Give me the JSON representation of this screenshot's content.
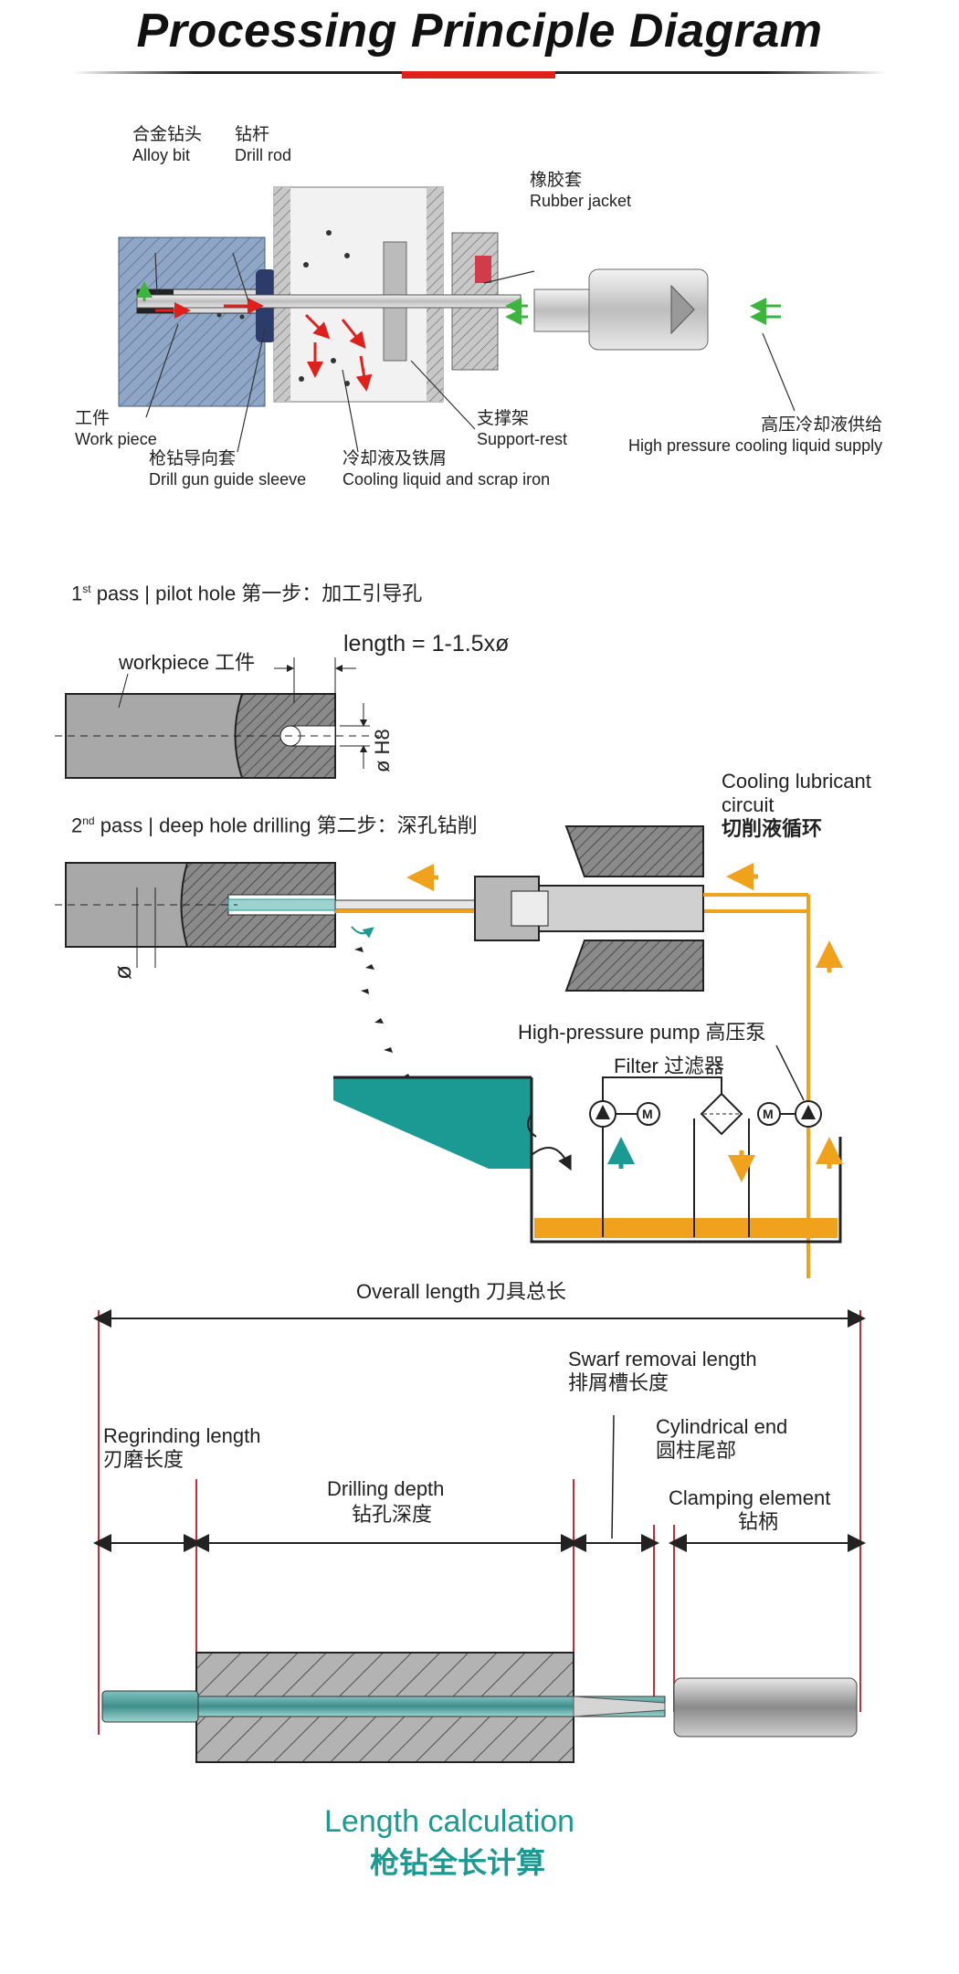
{
  "title": "Processing Principle Diagram",
  "section1": {
    "labels": {
      "alloy_bit": {
        "zh": "合金钻头",
        "en": "Alloy bit"
      },
      "drill_rod": {
        "zh": "钻杆",
        "en": "Drill rod"
      },
      "rubber_jacket": {
        "zh": "橡胶套",
        "en": "Rubber jacket"
      },
      "work_piece": {
        "zh": "工件",
        "en": "Work piece"
      },
      "guide_sleeve": {
        "zh": "枪钻导向套",
        "en": "Drill gun guide sleeve"
      },
      "cooling_scrap": {
        "zh": "冷却液及铁屑",
        "en": "Cooling liquid and scrap iron"
      },
      "support_rest": {
        "zh": "支撑架",
        "en": "Support-rest"
      },
      "hp_supply": {
        "zh": "高压冷却液供给",
        "en": "High pressure cooling liquid supply"
      }
    }
  },
  "section2": {
    "pass1_heading": "1st pass | pilot hole   第一步：加工引导孔",
    "pass1_sup": "st",
    "pass1_rest": " pass | pilot hole   第一步：加工引导孔",
    "workpiece_label": "workpiece 工件",
    "length_formula": "length = 1-1.5xø",
    "diameter_label": "ø H8",
    "pass2_sup": "nd",
    "pass2_rest": " pass | deep hole drilling   第二步：深孔钻削",
    "diameter_symbol": "ø",
    "cooling_circuit_en1": "Cooling lubricant",
    "cooling_circuit_en2": "circuit",
    "cooling_circuit_zh": "切削液循环",
    "hp_pump": "High-pressure pump 高压泵",
    "filter": "Filter 过滤器",
    "motor": "M"
  },
  "section3": {
    "overall_length": "Overall length   刀具总长",
    "swarf_en": "Swarf removai length",
    "swarf_zh": "排屑槽长度",
    "regrind_en": "Regrinding length",
    "regrind_zh": "刃磨长度",
    "cyl_en": "Cylindrical end",
    "cyl_zh": "圆柱尾部",
    "drilling_en": "Drilling depth",
    "drilling_zh": "钻孔深度",
    "clamp_en": "Clamping element",
    "clamp_zh": "钻柄",
    "calc_en": "Length calculation",
    "calc_zh": "枪钻全长计算"
  },
  "colors": {
    "orange": "#f0a21c",
    "teal": "#1a9a93",
    "red_accent": "#e0211b",
    "hatch_grey": "#9a9a9a",
    "workpiece_blue": "#8fa6c6"
  }
}
